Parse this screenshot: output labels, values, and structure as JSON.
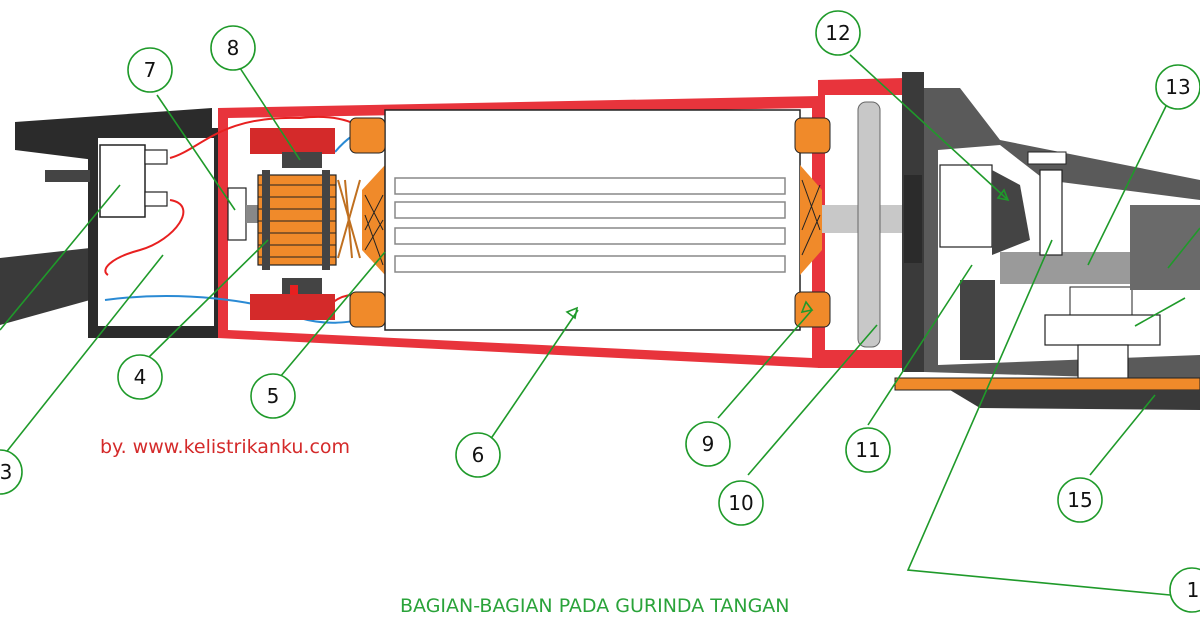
{
  "credit": "by. www.kelistrikanku.com",
  "caption": "BAGIAN-BAGIAN PADA GURINDA TANGAN",
  "colors": {
    "housing_red": "#e8343c",
    "housing_black": "#2b2b2b",
    "gear_grey": "#5a5a5a",
    "copper_orange": "#f08a2a",
    "leader_green": "#1f9a2a",
    "credit_red": "#d42a2a",
    "caption_green": "#2aa33a"
  },
  "callouts": [
    {
      "id": "c3",
      "label": "3"
    },
    {
      "id": "c4",
      "label": "4"
    },
    {
      "id": "c5",
      "label": "5"
    },
    {
      "id": "c6",
      "label": "6"
    },
    {
      "id": "c7",
      "label": "7"
    },
    {
      "id": "c8",
      "label": "8"
    },
    {
      "id": "c9",
      "label": "9"
    },
    {
      "id": "c10",
      "label": "10"
    },
    {
      "id": "c11",
      "label": "11"
    },
    {
      "id": "c12",
      "label": "12"
    },
    {
      "id": "c13",
      "label": "13"
    },
    {
      "id": "c14",
      "label": "1"
    },
    {
      "id": "c15",
      "label": "15"
    }
  ]
}
